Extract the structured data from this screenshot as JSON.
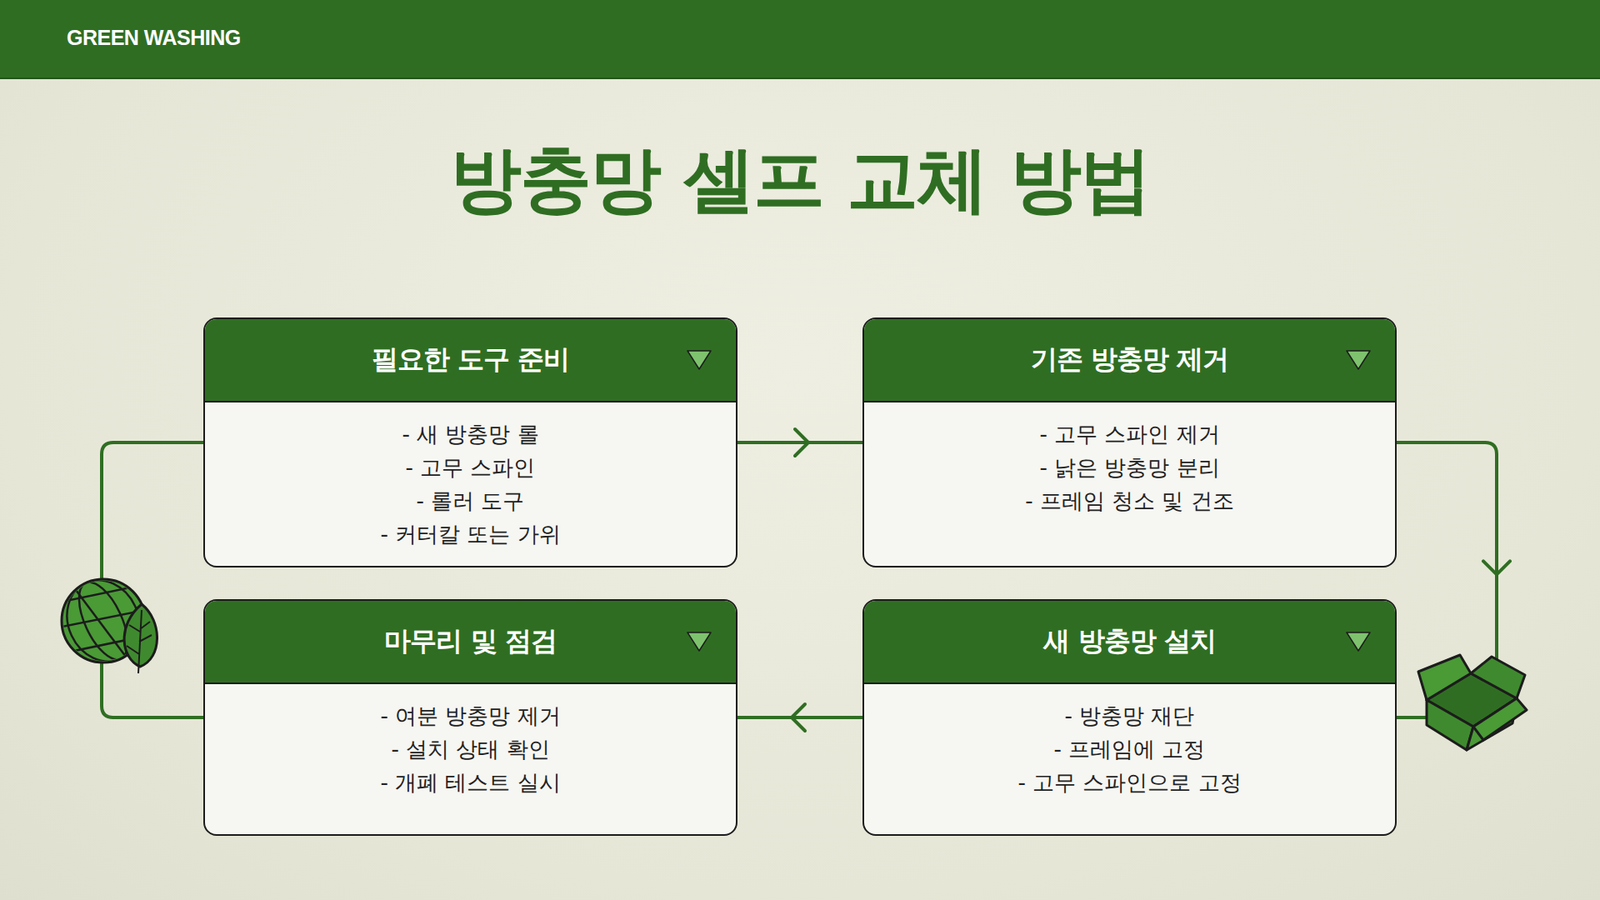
{
  "diagram": {
    "title": "방충망 셀프 교체 방법",
    "nodes": [
      {
        "text": [
          "필요한 도구 준비",
          "- 새 방충망 롤",
          "- 고무 스파인",
          "- 롤러 도구",
          "- 커터칼 또는 가위"
        ]
      },
      {
        "text": [
          "기존 방충망 제거",
          "- 고무 스파인 제거",
          "- 낡은 방충망 분리",
          "- 프레임 청소 및 건조"
        ]
      },
      {
        "text": [
          "마무리 및 점검",
          "- 여분 방충망 제거",
          "- 설치 상태 확인",
          "- 개폐 테스트 실시"
        ]
      },
      {
        "text": [
          "새 방충망 설치",
          "- 방충망 재단",
          "- 프레임에 고정",
          "- 고무 스파인으로 고정"
        ]
      }
    ],
    "edges": [
      {
        "from": 0,
        "to": 1,
        "arrow": "to"
      },
      {
        "from": 1,
        "to": 3,
        "arrow": "to"
      },
      {
        "from": 3,
        "to": 2,
        "arrow": "to"
      },
      {
        "from": 2,
        "to": 0,
        "arrow": "none"
      }
    ],
    "labels": [
      "GREEN WASHING"
    ]
  }
}
